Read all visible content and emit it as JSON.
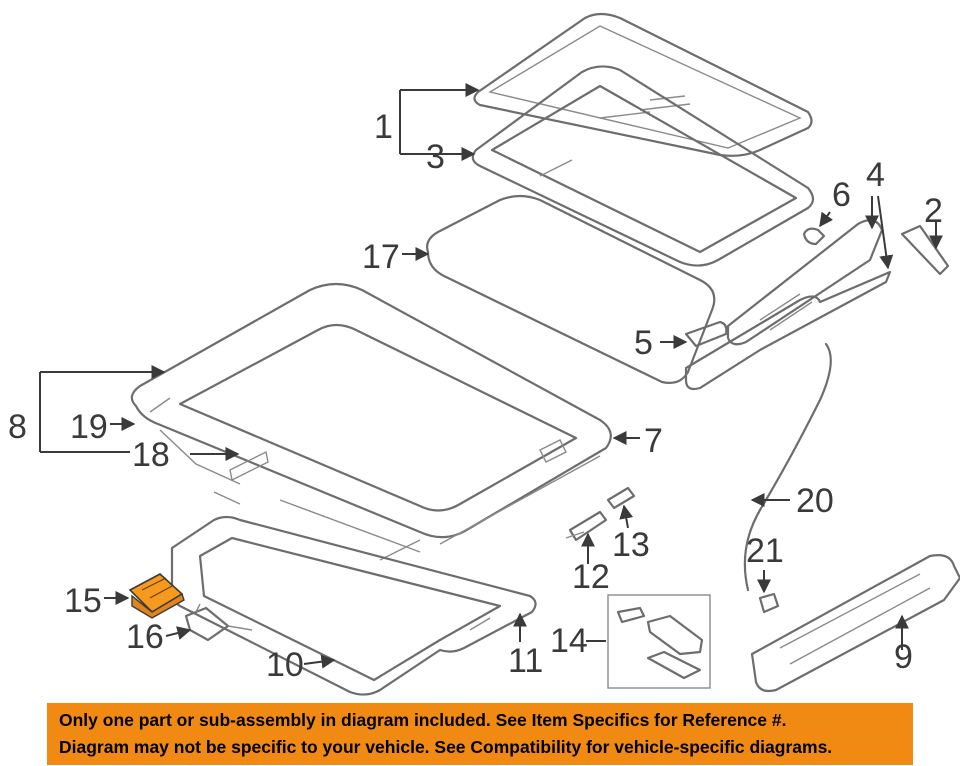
{
  "diagram": {
    "highlight_color": "#f59a1f",
    "line_color": "#6d6d6d",
    "callouts": [
      {
        "id": "1",
        "label": "1"
      },
      {
        "id": "2",
        "label": "2"
      },
      {
        "id": "3",
        "label": "3"
      },
      {
        "id": "4",
        "label": "4"
      },
      {
        "id": "5",
        "label": "5"
      },
      {
        "id": "6",
        "label": "6"
      },
      {
        "id": "7",
        "label": "7"
      },
      {
        "id": "8",
        "label": "8"
      },
      {
        "id": "9",
        "label": "9"
      },
      {
        "id": "10",
        "label": "10"
      },
      {
        "id": "11",
        "label": "11"
      },
      {
        "id": "12",
        "label": "12"
      },
      {
        "id": "13",
        "label": "13"
      },
      {
        "id": "14",
        "label": "14"
      },
      {
        "id": "15",
        "label": "15",
        "highlighted": true
      },
      {
        "id": "16",
        "label": "16"
      },
      {
        "id": "17",
        "label": "17"
      },
      {
        "id": "18",
        "label": "18"
      },
      {
        "id": "19",
        "label": "19"
      },
      {
        "id": "20",
        "label": "20"
      },
      {
        "id": "21",
        "label": "21"
      }
    ]
  },
  "banner": {
    "background": "#f18a12",
    "line1": "Only one part or sub-assembly in diagram included. See Item Specifics for Reference #.",
    "line2": "Diagram may not be specific to your vehicle. See Compatibility for vehicle-specific diagrams."
  }
}
